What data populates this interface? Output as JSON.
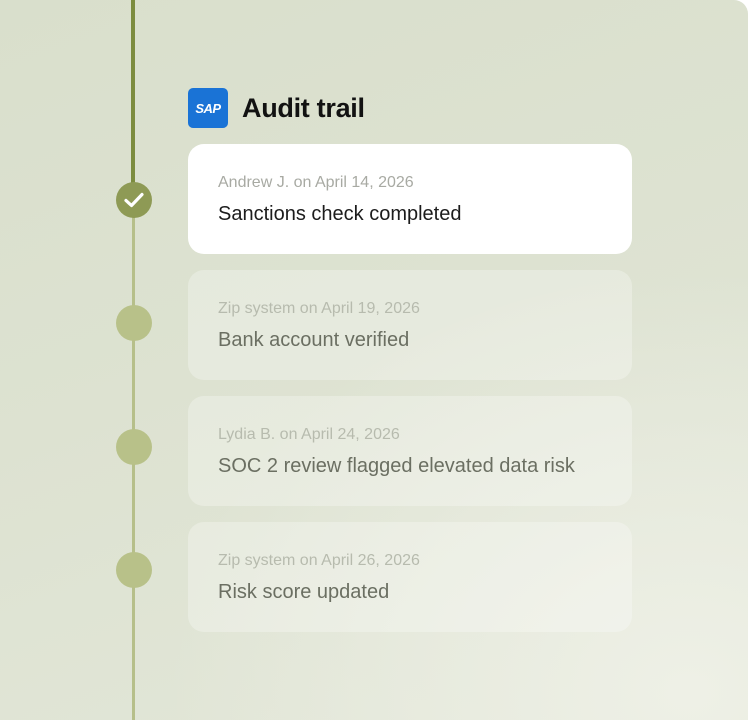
{
  "header": {
    "logo_text": "SAP",
    "title": "Audit trail"
  },
  "colors": {
    "rail_active": "#7c8c3f",
    "rail_inactive": "#b6bf8a",
    "node_done": "#8e9a55",
    "node_pending": "#b8c189",
    "logo_blue": "#1a73d6"
  },
  "entries": [
    {
      "meta": "Andrew J. on April 14, 2026",
      "event": "Sanctions check completed",
      "status": "completed",
      "icon": "check-icon"
    },
    {
      "meta": "Zip system on April 19, 2026",
      "event": "Bank account verified",
      "status": "pending"
    },
    {
      "meta": "Lydia B. on April 24, 2026",
      "event": "SOC 2 review flagged elevated data risk",
      "status": "pending"
    },
    {
      "meta": "Zip system on April 26, 2026",
      "event": "Risk score updated",
      "status": "pending"
    }
  ]
}
